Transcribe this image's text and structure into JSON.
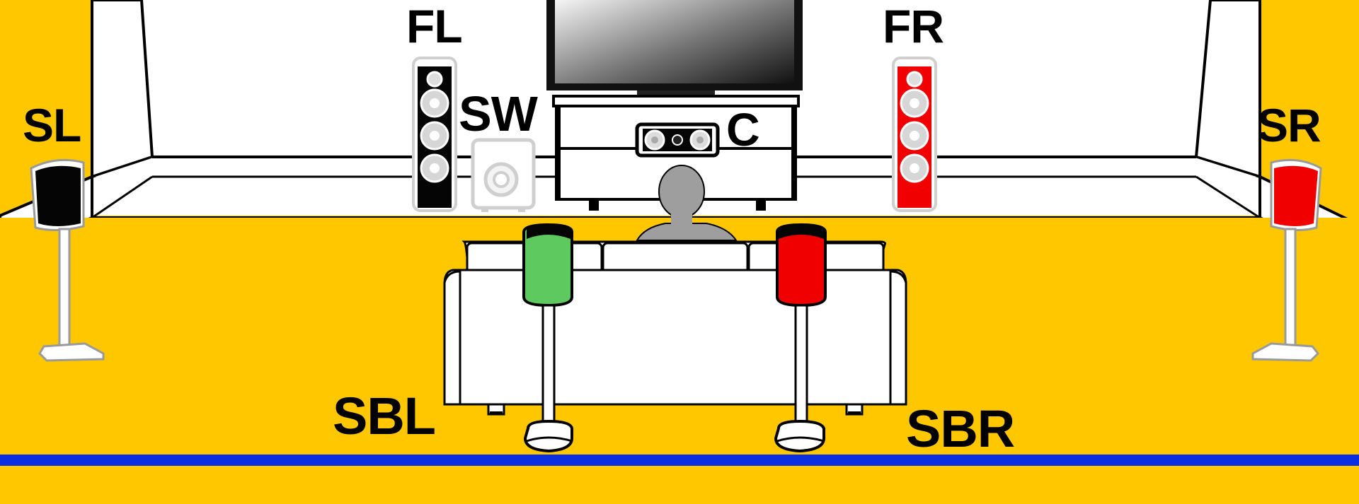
{
  "colors": {
    "floor": "#ffc700",
    "wall": "#ffffff",
    "outline": "#000000",
    "floor_line": "#0a2fe0",
    "speaker_black": "#050505",
    "speaker_red": "#f00000",
    "speaker_green": "#5ec95e",
    "person": "#9e9e9e"
  },
  "speakers": {
    "front_left": {
      "label": "FL",
      "color": "black"
    },
    "front_right": {
      "label": "FR",
      "color": "red"
    },
    "center": {
      "label": "C",
      "color": "black"
    },
    "subwoofer": {
      "label": "SW",
      "color": "white"
    },
    "surround_left": {
      "label": "SL",
      "color": "black"
    },
    "surround_right": {
      "label": "SR",
      "color": "red"
    },
    "surround_back_left": {
      "label": "SBL",
      "color": "green"
    },
    "surround_back_right": {
      "label": "SBR",
      "color": "red"
    }
  }
}
